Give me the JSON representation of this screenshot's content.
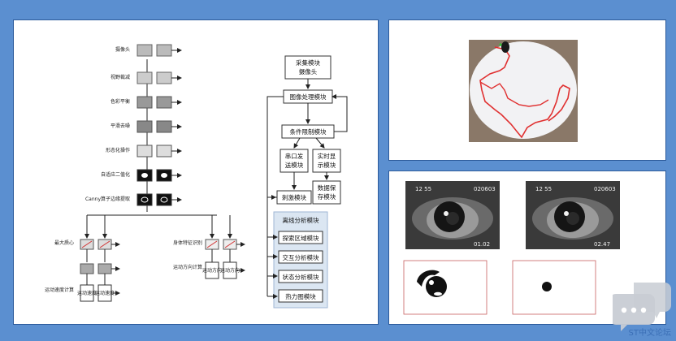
{
  "left_panel": {
    "pipeline_steps": [
      "摄像头",
      "视野裁减",
      "色彩平衡",
      "平滑去噪",
      "形态化操作",
      "自适应二值化",
      "Canny算子边缘提取"
    ],
    "branch_left": {
      "step1": "最大质心",
      "step2": "运动速度计算",
      "box1": "运动速度",
      "box2": "运动速度"
    },
    "branch_right": {
      "step1": "身体特征识别",
      "step2": "运动方向计算",
      "box1": "运动方向",
      "box2": "运动方向"
    },
    "modules": {
      "capture": [
        "采集模块",
        "摄像头"
      ],
      "image_proc": "图像处理模块",
      "condition": "条件限制模块",
      "serial": [
        "串口发",
        "送模块"
      ],
      "display": [
        "实时显",
        "示模块"
      ],
      "stim": "刺激模块",
      "save": [
        "数据保",
        "存模块"
      ],
      "offline_title": "离线分析模块",
      "offline_items": [
        "探索区域模块",
        "交互分析模块",
        "状态分析模块",
        "热力图模块"
      ]
    }
  },
  "eye_panel": {
    "frame1": {
      "top": "12 55",
      "code": "020603",
      "bottom": "01.02"
    },
    "frame2": {
      "top": "12 55",
      "code": "020603",
      "bottom": "02.47"
    }
  },
  "watermark": "ST中文论坛",
  "colors": {
    "background": "#5b8fd0",
    "panel_border": "#2c5a9a",
    "trace": "#e03030",
    "offline_bg": "#dbe6f2"
  }
}
